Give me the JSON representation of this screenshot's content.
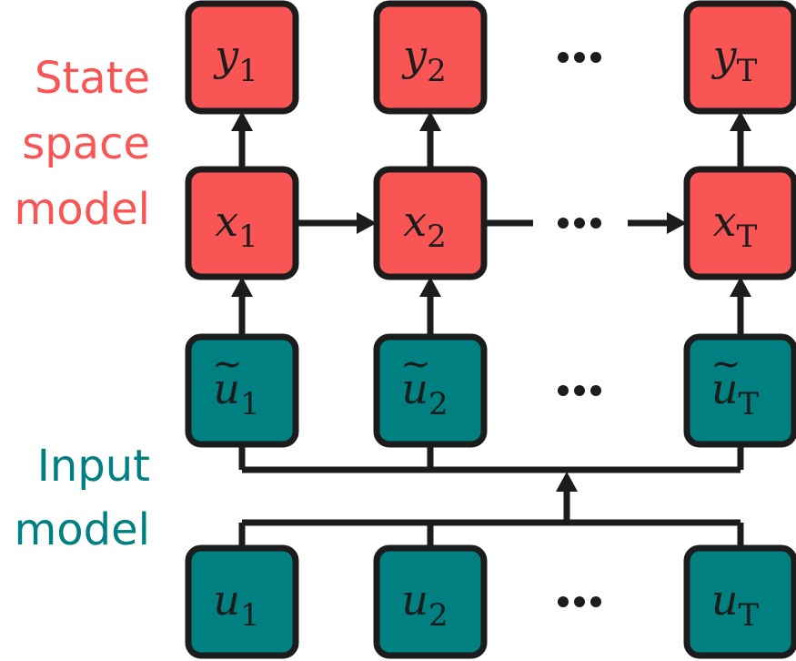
{
  "colors": {
    "state": "#fa5555",
    "input": "#008080",
    "stroke": "#1c1c1c",
    "background": "#ffffff"
  },
  "labels": {
    "state_line1": "State",
    "state_line2": "space",
    "state_line3": "model",
    "input_line1": "Input",
    "input_line2": "model"
  },
  "rows": {
    "y": {
      "base": "y",
      "tilde": false,
      "subs": [
        "1",
        "2",
        "T"
      ]
    },
    "x": {
      "base": "x",
      "tilde": false,
      "subs": [
        "1",
        "2",
        "T"
      ]
    },
    "ut": {
      "base": "u",
      "tilde": true,
      "subs": [
        "1",
        "2",
        "T"
      ]
    },
    "u": {
      "base": "u",
      "tilde": false,
      "subs": [
        "1",
        "2",
        "T"
      ]
    }
  },
  "ellipsis": "..."
}
